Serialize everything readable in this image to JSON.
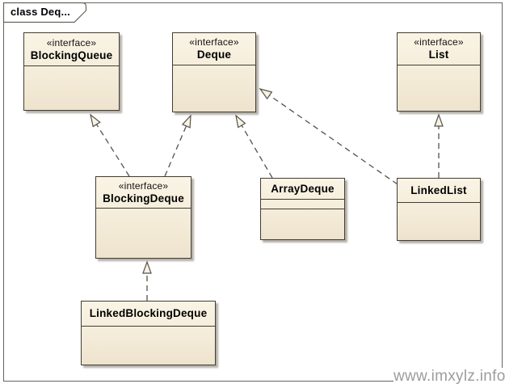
{
  "frame": {
    "label": "class Deq..."
  },
  "watermark": {
    "text": "www.imxylz.info"
  },
  "classes": [
    {
      "id": "blockingqueue",
      "stereotype": "«interface»",
      "name": "BlockingQueue"
    },
    {
      "id": "deque",
      "stereotype": "«interface»",
      "name": "Deque"
    },
    {
      "id": "list",
      "stereotype": "«interface»",
      "name": "List"
    },
    {
      "id": "blockingdeque",
      "stereotype": "«interface»",
      "name": "BlockingDeque"
    },
    {
      "id": "arraydeque",
      "stereotype": "",
      "name": "ArrayDeque"
    },
    {
      "id": "linkedlist",
      "stereotype": "",
      "name": "LinkedList"
    },
    {
      "id": "linkedblockingdeque",
      "stereotype": "",
      "name": "LinkedBlockingDeque"
    }
  ],
  "relationships": [
    {
      "type": "realization",
      "style": "dashed-hollow-triangle",
      "from": "BlockingDeque",
      "to": "BlockingQueue"
    },
    {
      "type": "realization",
      "style": "dashed-hollow-triangle",
      "from": "BlockingDeque",
      "to": "Deque"
    },
    {
      "type": "realization",
      "style": "dashed-hollow-triangle",
      "from": "ArrayDeque",
      "to": "Deque"
    },
    {
      "type": "realization",
      "style": "dashed-hollow-triangle",
      "from": "LinkedList",
      "to": "Deque"
    },
    {
      "type": "realization",
      "style": "dashed-hollow-triangle",
      "from": "LinkedList",
      "to": "List"
    },
    {
      "type": "realization",
      "style": "dashed-hollow-triangle",
      "from": "LinkedBlockingDeque",
      "to": "BlockingDeque"
    }
  ],
  "colors": {
    "background": "#ffffff",
    "box_fill_top": "#faf4e5",
    "box_fill_bottom": "#eee3cd",
    "box_border": "#413d35",
    "box_shadow": "#8c8578",
    "connector": "#54524c",
    "arrowhead_fill": "#f8f2e2",
    "frame_border": "#64645e",
    "watermark_text": "#9c9c9c"
  }
}
